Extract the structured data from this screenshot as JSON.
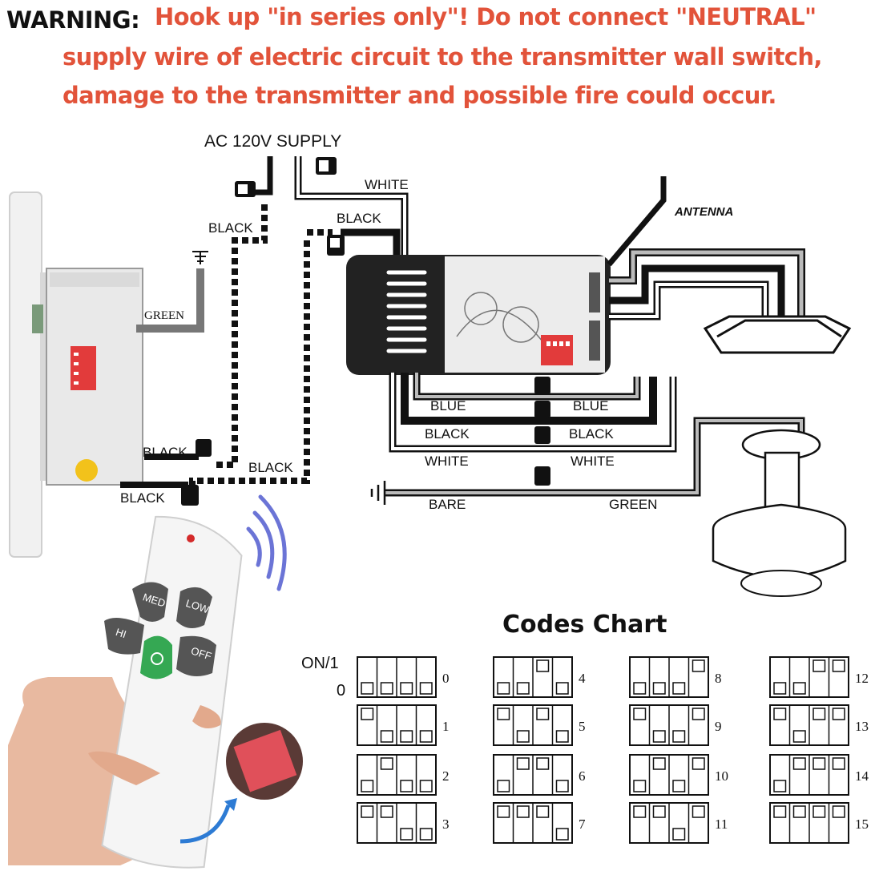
{
  "warning": {
    "label": "WARNING:",
    "lines": [
      "Hook up \"in series only\"! Do not connect \"NEUTRAL\"",
      "supply wire of electric circuit to the transmitter wall switch,",
      "damage to the transmitter and possible fire could occur."
    ],
    "label_color": "#111111",
    "text_color": "#e2533a"
  },
  "wiring": {
    "supply": "AC 120V SUPPLY",
    "antenna": "ANTENNA",
    "labels": {
      "white_top": "WHITE",
      "black_top": "BLACK",
      "black_left": "BLACK",
      "green_ground": "GREEN",
      "black_switch_1": "BLACK",
      "black_switch_2": "BLACK",
      "black_bottom": "BLACK",
      "blue_left": "BLUE",
      "blue_right": "BLUE",
      "black_mid_left": "BLACK",
      "black_mid_right": "BLACK",
      "white_left": "WHITE",
      "white_right": "WHITE",
      "bare": "BARE",
      "green_right": "GREEN"
    }
  },
  "remote": {
    "buttons": {
      "med": "MED",
      "low": "LOW",
      "hi": "HI",
      "off": "OFF"
    }
  },
  "codes_chart": {
    "title": "Codes Chart",
    "on_label": "ON/1",
    "off_label": "0",
    "codes": [
      {
        "num": "0",
        "bits": [
          0,
          0,
          0,
          0
        ]
      },
      {
        "num": "1",
        "bits": [
          1,
          0,
          0,
          0
        ]
      },
      {
        "num": "2",
        "bits": [
          0,
          1,
          0,
          0
        ]
      },
      {
        "num": "3",
        "bits": [
          1,
          1,
          0,
          0
        ]
      },
      {
        "num": "4",
        "bits": [
          0,
          0,
          1,
          0
        ]
      },
      {
        "num": "5",
        "bits": [
          1,
          0,
          1,
          0
        ]
      },
      {
        "num": "6",
        "bits": [
          0,
          1,
          1,
          0
        ]
      },
      {
        "num": "7",
        "bits": [
          1,
          1,
          1,
          0
        ]
      },
      {
        "num": "8",
        "bits": [
          0,
          0,
          0,
          1
        ]
      },
      {
        "num": "9",
        "bits": [
          1,
          0,
          0,
          1
        ]
      },
      {
        "num": "10",
        "bits": [
          0,
          1,
          0,
          1
        ]
      },
      {
        "num": "11",
        "bits": [
          1,
          1,
          0,
          1
        ]
      },
      {
        "num": "12",
        "bits": [
          0,
          0,
          1,
          1
        ]
      },
      {
        "num": "13",
        "bits": [
          1,
          0,
          1,
          1
        ]
      },
      {
        "num": "14",
        "bits": [
          0,
          1,
          1,
          1
        ]
      },
      {
        "num": "15",
        "bits": [
          1,
          1,
          1,
          1
        ]
      }
    ]
  }
}
